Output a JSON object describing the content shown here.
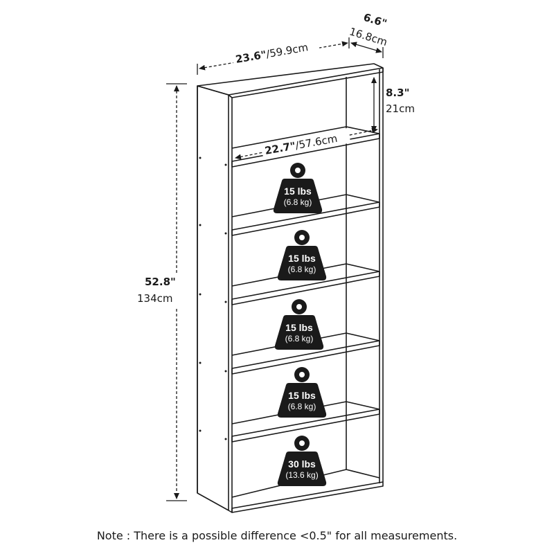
{
  "dimensions": {
    "width": {
      "in": "23.6\"",
      "cm": "/59.9cm"
    },
    "depth": {
      "in": "6.6\"",
      "cm": "16.8cm"
    },
    "shelf_gap": {
      "in": "8.3\"",
      "cm": "21cm"
    },
    "inner_width": {
      "in": "22.7\"",
      "cm": "/57.6cm"
    },
    "height": {
      "in": "52.8\"",
      "cm": "134cm"
    }
  },
  "weights": [
    {
      "lbs": "15 lbs",
      "kg": "(6.8 kg)"
    },
    {
      "lbs": "15 lbs",
      "kg": "(6.8 kg)"
    },
    {
      "lbs": "15 lbs",
      "kg": "(6.8 kg)"
    },
    {
      "lbs": "15 lbs",
      "kg": "(6.8 kg)"
    },
    {
      "lbs": "30 lbs",
      "kg": "(13.6 kg)"
    }
  ],
  "note": "Note : There is a possible difference <0.5\" for all measurements.",
  "colors": {
    "line": "#1a1a1a",
    "weight_fill": "#1a1a1a",
    "background": "#ffffff"
  }
}
